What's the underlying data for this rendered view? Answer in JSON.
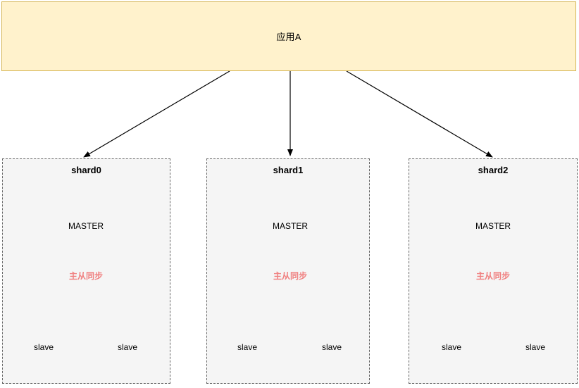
{
  "diagram": {
    "title_text": "应用A",
    "colors": {
      "app_fill": "#fff2cc",
      "app_stroke": "#d6b656",
      "master_fill": "#d5e8d4",
      "master_stroke": "#82b366",
      "slave_fill": "#cce5ff",
      "slave_stroke": "#6c8ebf",
      "shard_fill": "#f5f5f5",
      "shard_stroke": "#666666",
      "sync_text": "#f08080",
      "arrow": "#000000"
    },
    "app": {
      "label": "应用A"
    },
    "shards": [
      {
        "title": "shard0",
        "master": {
          "label": "MASTER"
        },
        "sync_label": "主从同步",
        "slaves": [
          {
            "label": "slave"
          },
          {
            "label": "slave"
          }
        ]
      },
      {
        "title": "shard1",
        "master": {
          "label": "MASTER"
        },
        "sync_label": "主从同步",
        "slaves": [
          {
            "label": "slave"
          },
          {
            "label": "slave"
          }
        ]
      },
      {
        "title": "shard2",
        "master": {
          "label": "MASTER"
        },
        "sync_label": "主从同步",
        "slaves": [
          {
            "label": "slave"
          },
          {
            "label": "slave"
          }
        ]
      }
    ]
  }
}
